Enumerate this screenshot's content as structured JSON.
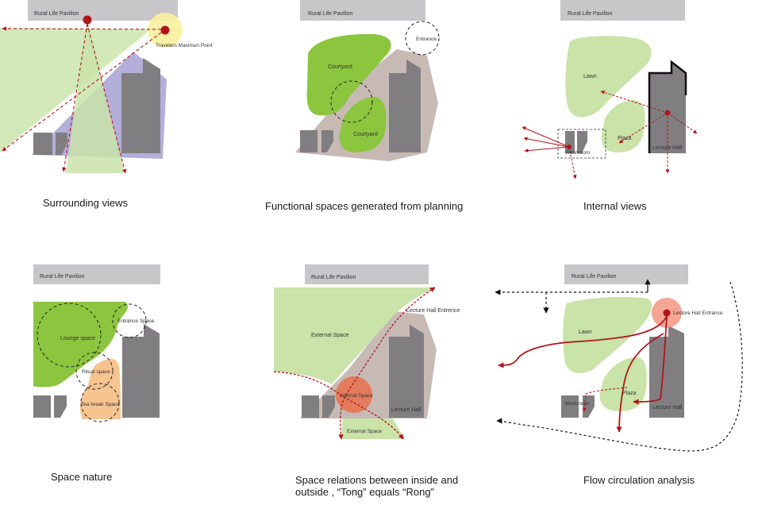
{
  "pavilion_title": "Rural Life Pavilion",
  "panels": {
    "surrounding": {
      "caption": "Surrounding views",
      "point_label": "Travelers Maximun Point"
    },
    "functional": {
      "caption": "Functional spaces generated from planning",
      "courtyard_1": "Courtyard",
      "courtyard_2": "Courtyard",
      "entrance": "Entrance"
    },
    "internal": {
      "caption": "Internal views",
      "lawn": "Lawn",
      "plaza": "Plaza",
      "washroom": "Washroom",
      "lecture_hall": "Lecture Hall"
    },
    "nature": {
      "caption": "Space nature",
      "lounge": "Lounge space",
      "entrance": "Entrance Space",
      "ritual": "Ritual space",
      "tea": "Tea break Space"
    },
    "relations": {
      "caption_line1": "Space relations between inside and",
      "caption_line2": "outside ,  “Tong” equals “Rong”",
      "external_top": "External Space",
      "lecture_entrance": "Lecture Hall Entrence",
      "internal": "Internal Space",
      "lecture_hall": "Lecture Hall",
      "external_bottom": "External Space"
    },
    "flow": {
      "caption": "Flow circulation analysis",
      "lecture_entrance": "Lecture Hall Entrance",
      "lawn": "Lawn",
      "plaza": "Plaza",
      "washroom": "Washroom",
      "lecture_hall": "Lecture Hall"
    }
  },
  "colors": {
    "title_bar": "#c7c7c9",
    "building": "#807e81",
    "green_light": "#c9e3a8",
    "green_strong": "#8cc63f",
    "purple": "#aaa6d6",
    "taupe": "#c7bab5",
    "peach": "#f7c490",
    "red": "#b0151e",
    "yellow": "#fbf0a0"
  }
}
